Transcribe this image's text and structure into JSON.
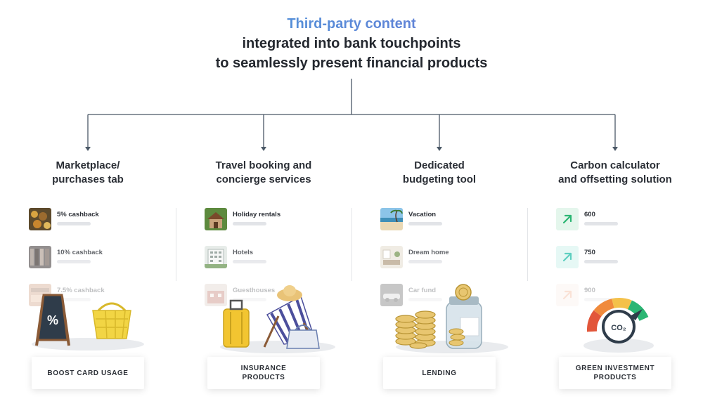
{
  "header": {
    "accent": "Third-party content",
    "line1": "integrated into bank touchpoints",
    "line2": "to seamlessly present financial products"
  },
  "colors": {
    "accent_start": "#3aa7d9",
    "accent_end": "#7b6bd6",
    "connector": "#4a5866",
    "carbon_green": "#2bb673"
  },
  "columns": [
    {
      "title": "Marketplace/\npurchases tab",
      "items": [
        {
          "label": "5% cashback",
          "icon": "market-photo-icon"
        },
        {
          "label": "10% cashback",
          "icon": "clothes-photo-icon"
        },
        {
          "label": "7.5% cashback",
          "icon": "shop-photo-icon"
        }
      ],
      "product": "BOOST CARD USAGE"
    },
    {
      "title": "Travel booking and\nconcierge services",
      "items": [
        {
          "label": "Holiday rentals",
          "icon": "house-photo-icon"
        },
        {
          "label": "Hotels",
          "icon": "hotel-photo-icon"
        },
        {
          "label": "Guesthouses",
          "icon": "guesthouse-photo-icon"
        }
      ],
      "product": "INSURANCE\nPRODUCTS"
    },
    {
      "title": "Dedicated\nbudgeting tool",
      "items": [
        {
          "label": "Vacation",
          "icon": "beach-photo-icon"
        },
        {
          "label": "Dream home",
          "icon": "interior-photo-icon"
        },
        {
          "label": "Car fund",
          "icon": "car-photo-icon"
        }
      ],
      "product": "LENDING"
    },
    {
      "title": "Carbon calculator\nand offsetting solution",
      "items": [
        {
          "label": "600",
          "icon": "arrow-up-right-icon"
        },
        {
          "label": "750",
          "icon": "arrow-up-right-icon"
        },
        {
          "label": "900",
          "icon": "arrow-up-right-icon"
        }
      ],
      "product": "GREEN INVESTMENT\nPRODUCTS"
    }
  ],
  "gauge_label": "CO₂"
}
